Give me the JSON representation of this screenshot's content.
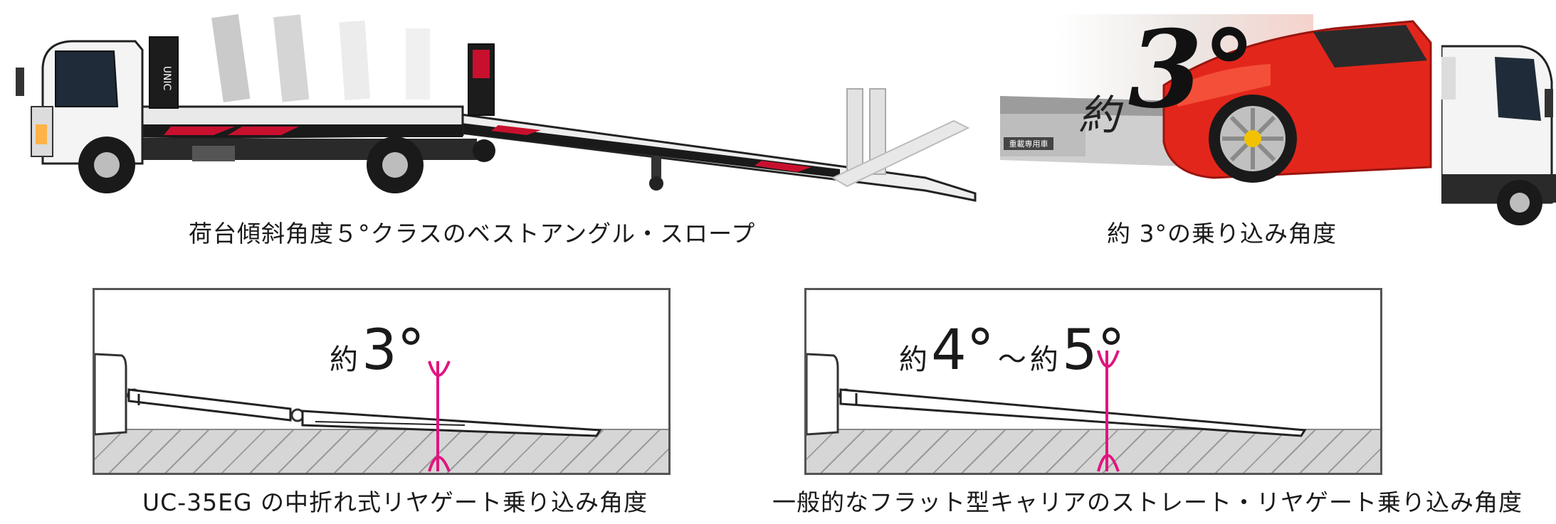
{
  "photos": {
    "truck_caption": "荷台傾斜角度５°クラスのベストアングル・スロープ",
    "car_caption": "約 3°の乗り込み角度",
    "car_angle_prefix": "約",
    "car_angle_value": "3°",
    "brand_text": "UNIC",
    "ramp_sign": "重載専用車"
  },
  "diagrams": [
    {
      "angle_prefix": "約",
      "angle_value": "3°",
      "caption": "UC-35EG の中折れ式リヤゲート乗り込み角度"
    },
    {
      "angle_prefix_1": "約",
      "angle_value_1": "4°",
      "angle_sep": "～",
      "angle_prefix_2": "約",
      "angle_value_2": "5°",
      "caption": "一般的なフラット型キャリアのストレート・リヤゲート乗り込み角度"
    }
  ],
  "colors": {
    "truck_cab": "#f4f4f4",
    "truck_stripe": "#c8102e",
    "car_red": "#e3261b",
    "angle_arrow": "#e0157f",
    "ground_hatch": "#9a9a9a"
  }
}
